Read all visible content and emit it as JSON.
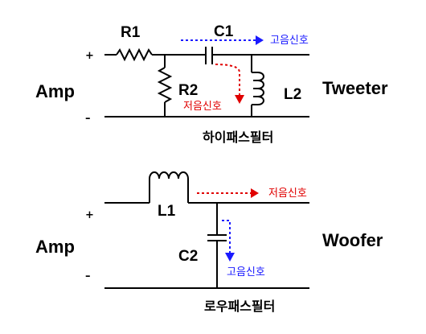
{
  "high_pass": {
    "r1": "R1",
    "c1": "C1",
    "r2": "R2",
    "l2": "L2",
    "amp": "Amp",
    "plus": "+",
    "minus": "–",
    "speaker": "Tweeter",
    "high_signal": "고음신호",
    "low_signal": "저음신호",
    "caption": "하이패스필터"
  },
  "low_pass": {
    "l1": "L1",
    "c2": "C2",
    "amp": "Amp",
    "plus": "+",
    "minus": "–",
    "speaker": "Woofer",
    "low_signal": "저음신호",
    "high_signal": "고음신호",
    "caption": "로우패스필터"
  },
  "colors": {
    "high_signal": "#1a1aff",
    "low_signal": "#e00000",
    "wire": "#000000"
  }
}
